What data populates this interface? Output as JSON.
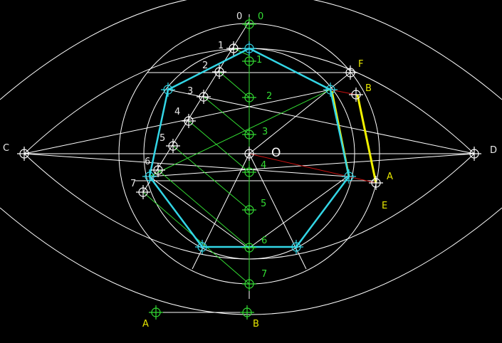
{
  "colors": {
    "background": "#000000",
    "white": "#ffffff",
    "green": "#33dd33",
    "cyan": "#33d6e6",
    "yellow": "#f2f200",
    "red": "#cc1111",
    "label_white": "#e8e8e8",
    "label_yellow": "#e6e600",
    "label_green": "#33dd33"
  },
  "labels": {
    "center": "O",
    "C": "C",
    "D": "D",
    "A_right": "A",
    "B_right": "B",
    "E": "E",
    "F": "F",
    "A_bottom": "A",
    "B_bottom": "B",
    "white_numbers": [
      "0",
      "1",
      "2",
      "3",
      "4",
      "5",
      "6",
      "7"
    ],
    "green_numbers": [
      "0",
      "1",
      "2",
      "3",
      "4",
      "5",
      "6",
      "7"
    ]
  }
}
